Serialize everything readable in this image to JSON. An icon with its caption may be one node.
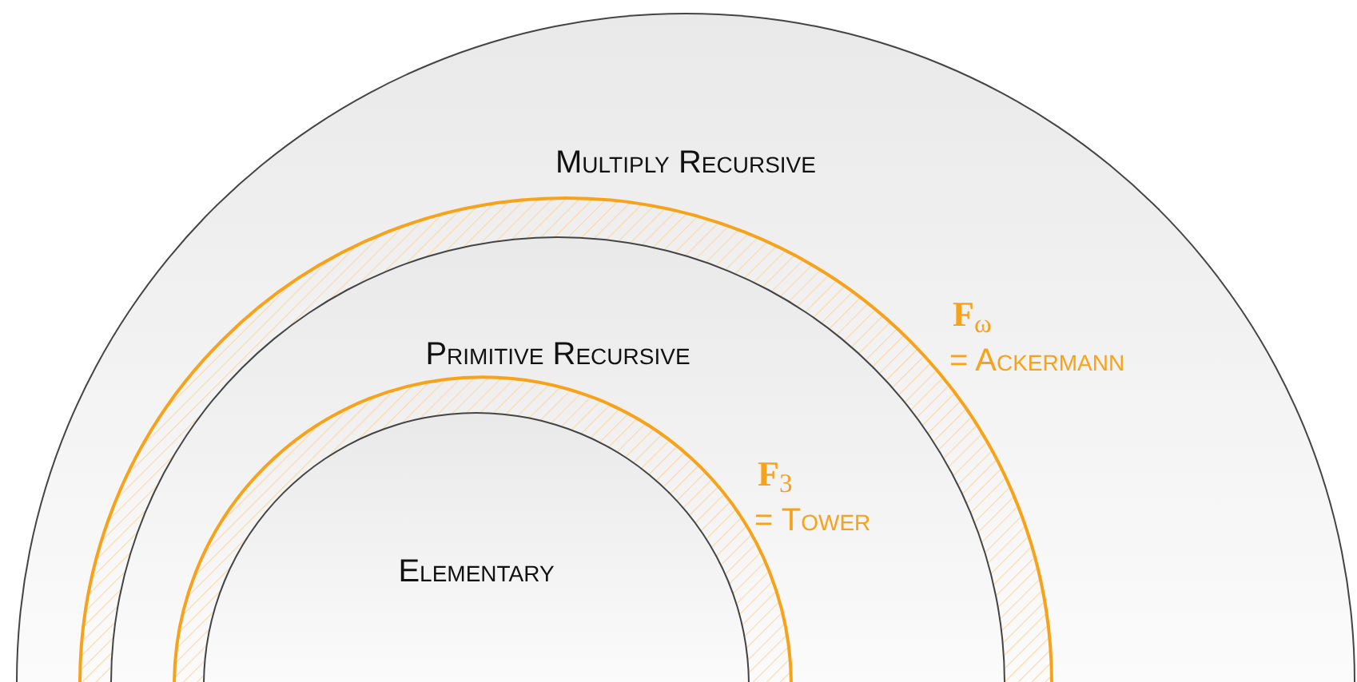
{
  "diagram": {
    "nodes": [
      {
        "text": [
          "Multiply Recursive"
        ]
      },
      {
        "text": [
          "Primitive Recursive"
        ],
        "in": 0
      },
      {
        "text": [
          "Elementary"
        ],
        "in": 1
      }
    ],
    "labels": [
      "**F**$_{ω}$",
      "= Ackermann",
      "**F**$_{3}$",
      "= Tower"
    ]
  }
}
